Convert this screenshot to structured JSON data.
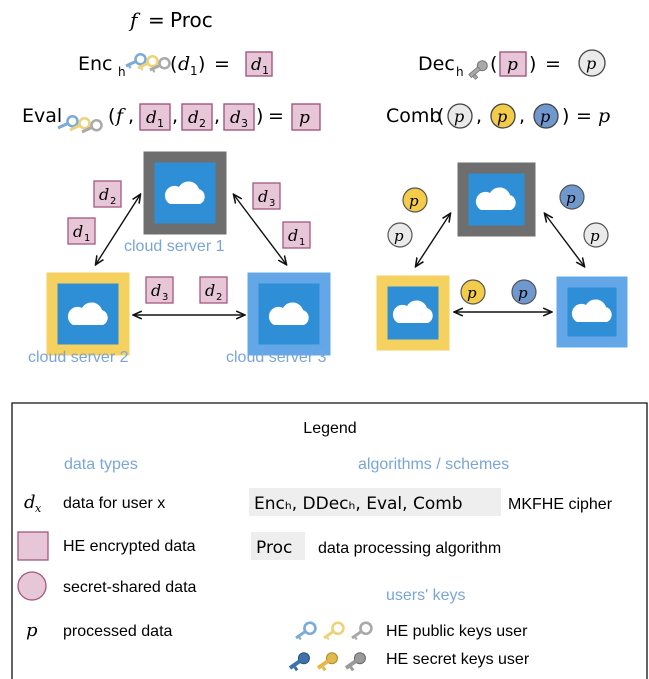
{
  "colors": {
    "server1_frame": "#6e6e6e",
    "server2_frame": "#f5d15f",
    "server3_frame": "#63a7e8",
    "server_inner": "#2e8fd6",
    "he_fill": "#e7c6d7",
    "he_stroke": "#a3577f",
    "share_gray": "#d9d9d9",
    "share_yellow": "#f3cd4a",
    "share_blue": "#6f98cf",
    "label_blue": "#7aa5d9",
    "key_blue": "#7aaad6",
    "key_yellow": "#eed27a",
    "key_gray": "#a9a9a9"
  },
  "formulas": {
    "f": "f",
    "eq": "=",
    "proc": "Proc",
    "enc": "Enc",
    "dec": "Dec",
    "eval": "Eval",
    "comb": "Comb",
    "sub_h": "h",
    "d": "d",
    "p": "p",
    "i1": "1",
    "i2": "2",
    "i3": "3",
    "lp": "(",
    "rp": ")",
    "comma": ","
  },
  "servers": {
    "server1": "cloud server 1",
    "server2": "cloud server 2",
    "server3": "cloud server 3"
  },
  "legend": {
    "title": "Legend",
    "data_types_heading": "data types",
    "algorithms_heading": "algorithms / schemes",
    "users_keys_heading": "users' keys",
    "dx_symbol": "d",
    "dx_sub": "x",
    "dx_desc": "data for user x",
    "he_desc": "HE encrypted data",
    "ss_desc": "secret-shared data",
    "p_symbol": "p",
    "p_desc": "processed data",
    "alg_list": "Encₕ, DDecₕ, Eval, Comb",
    "alg_desc": "MKFHE cipher",
    "proc_label": "Proc",
    "proc_desc": "data processing algorithm",
    "pub_keys_desc": "HE public keys user",
    "sec_keys_desc": "HE secret keys user"
  }
}
